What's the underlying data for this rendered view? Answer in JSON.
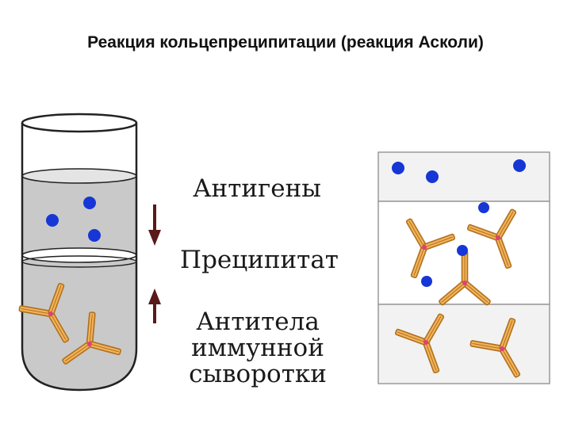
{
  "title": "Реакция кольцепреципитации (реакция Асколи)",
  "labels": {
    "antigens": "Антигены",
    "precipitate": "Преципитат",
    "antibodies_line1": "Антитела",
    "antibodies_line2": "иммунной",
    "antibodies_line3": "сыворотки"
  },
  "colors": {
    "antigen": "#1636d6",
    "antibody_outer": "#b0701c",
    "antibody_inner": "#f2b35a",
    "hinge": "#e0407a",
    "serum_fill": "#c9c9c9",
    "arrow": "#5a1a1a",
    "panel_border": "#9a9a9a"
  }
}
